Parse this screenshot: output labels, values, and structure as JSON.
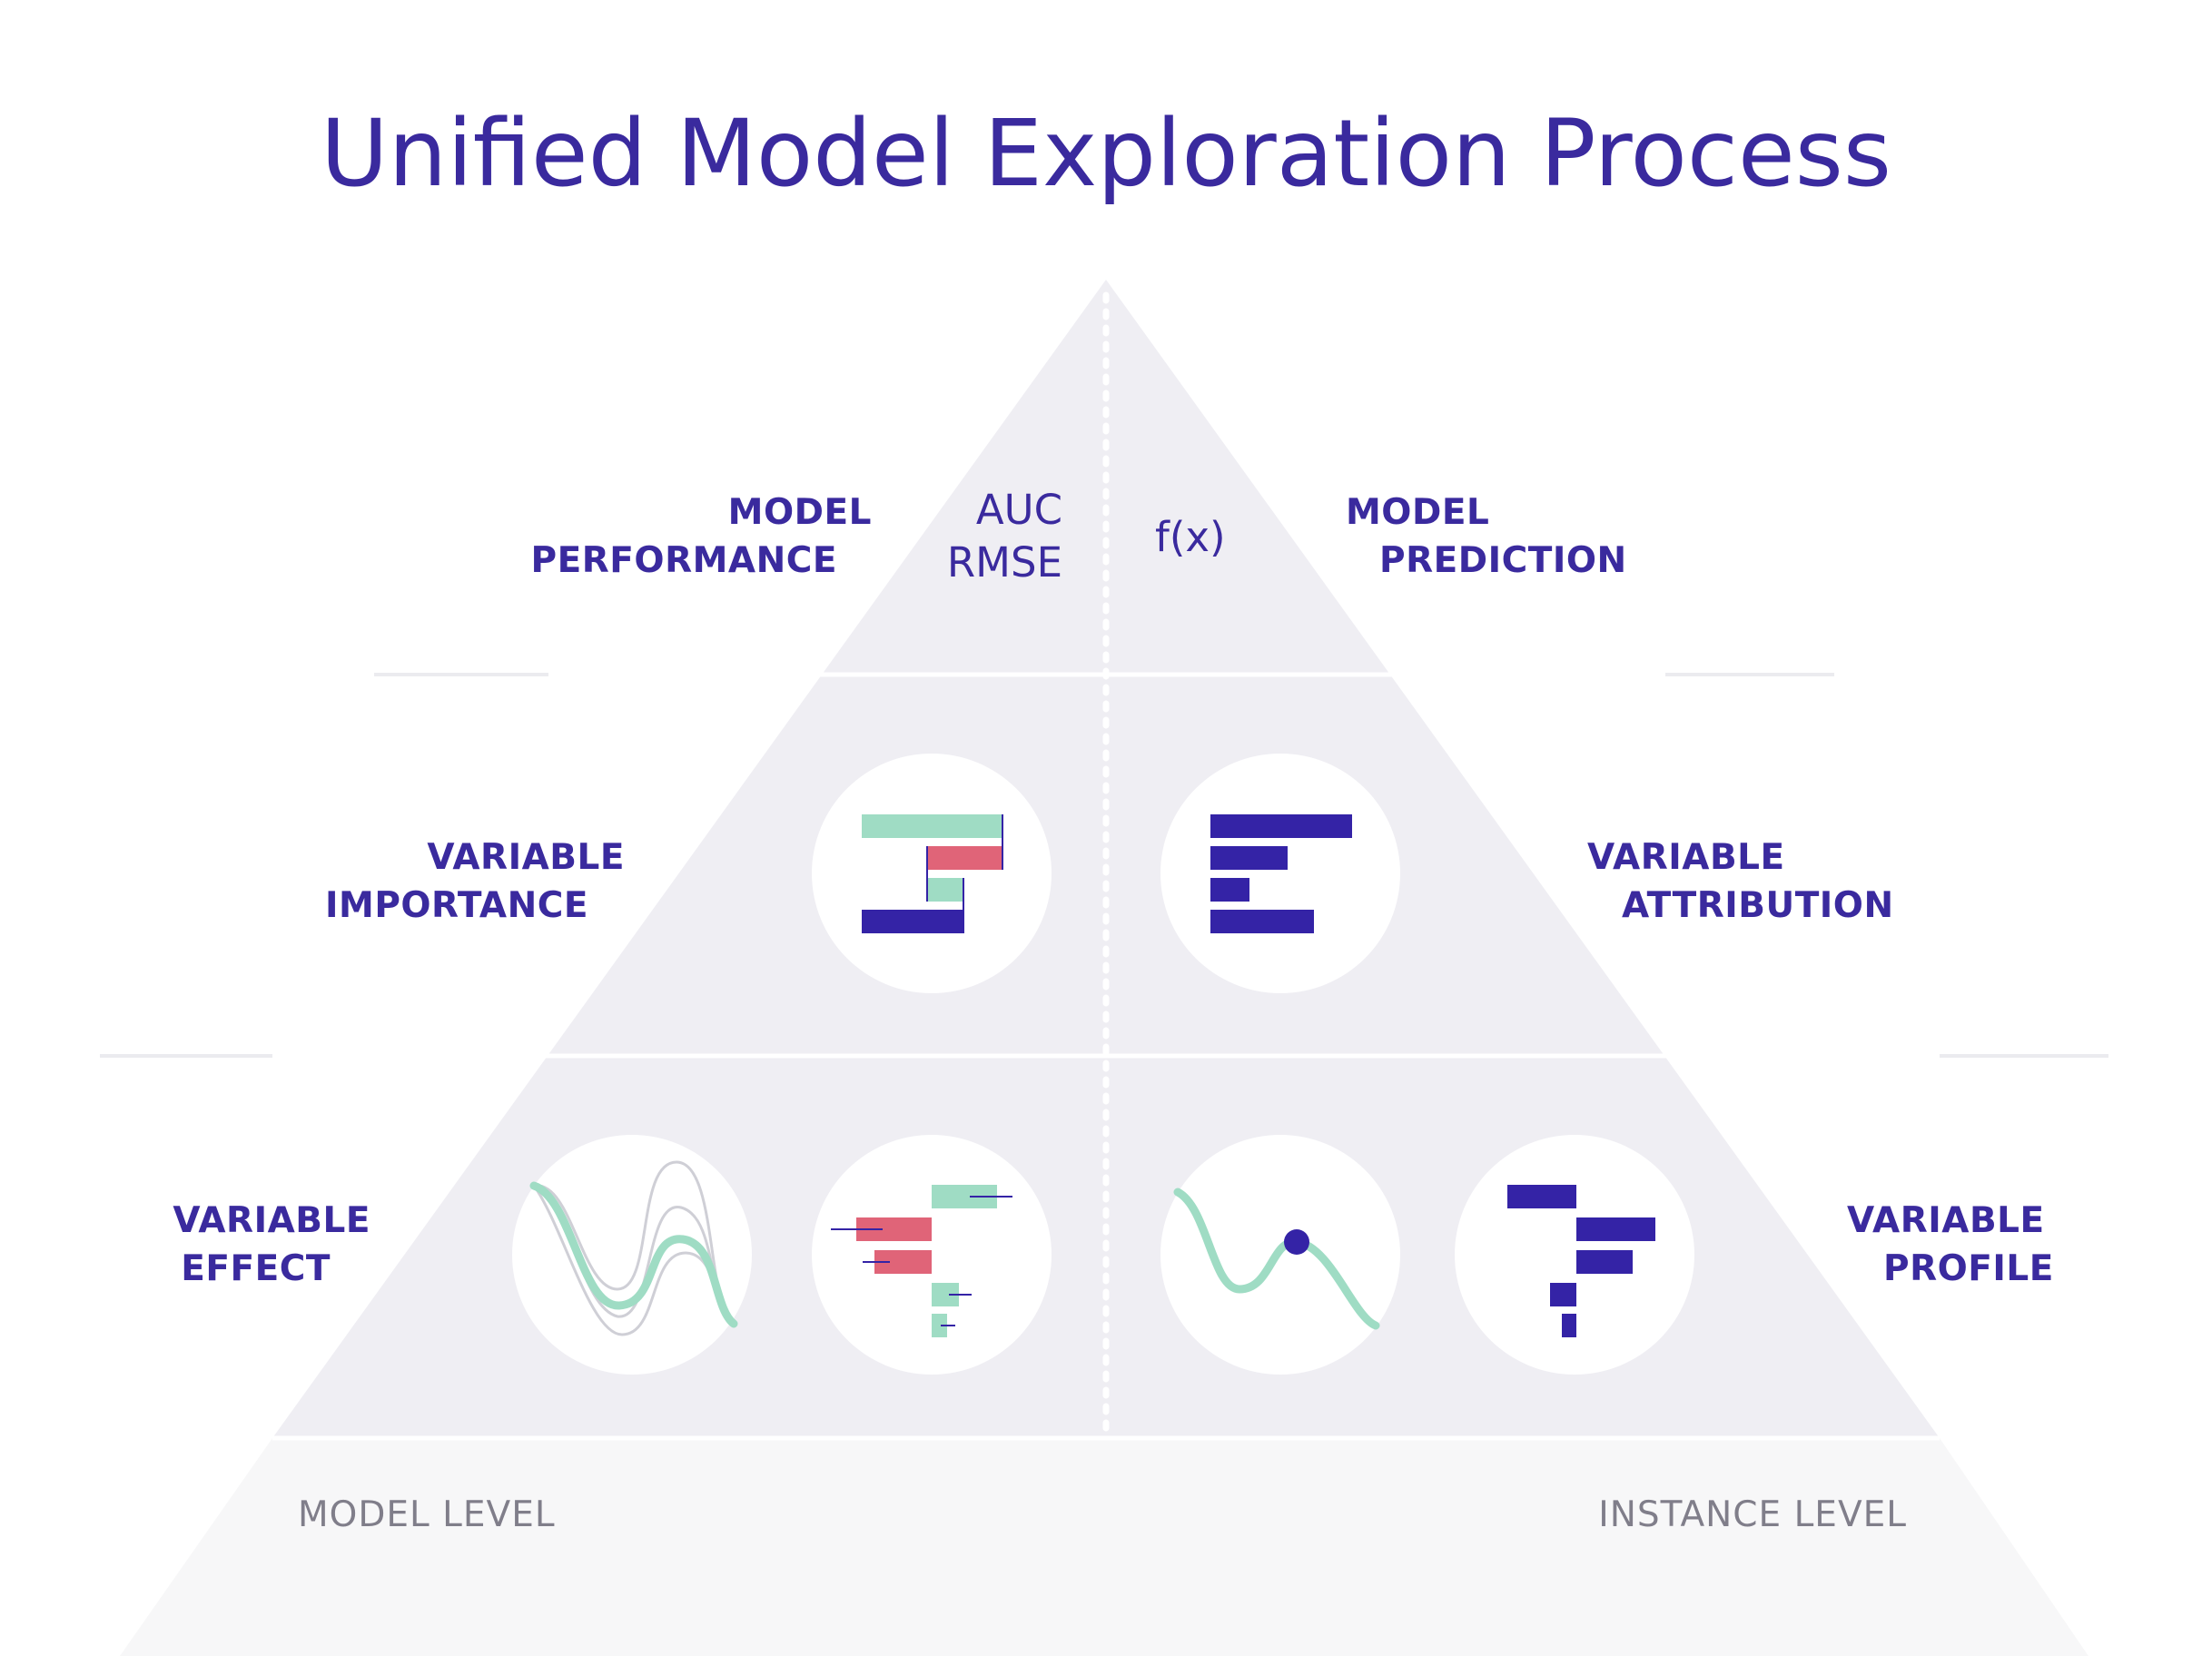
{
  "title": "Unified Model Exploration Process",
  "labels": {
    "model_performance": [
      "MODEL",
      "PERFORMANCE"
    ],
    "model_prediction": [
      "MODEL",
      "PREDICTION"
    ],
    "variable_importance": [
      "VARIABLE",
      "IMPORTANCE"
    ],
    "variable_attribution": [
      "VARIABLE",
      "ATTRIBUTION"
    ],
    "variable_effect": [
      "VARIABLE",
      "EFFECT"
    ],
    "variable_profile": [
      "VARIABLE",
      "PROFILE"
    ]
  },
  "metrics": [
    "AUC",
    "RMSE"
  ],
  "prediction_symbol": "f(x)",
  "levels": {
    "model": "MODEL LEVEL",
    "instance": "INSTANCE LEVEL"
  },
  "colors": {
    "title": "#3a2a9e",
    "accent_purple": "#3423a6",
    "accent_green": "#9fdcc4",
    "accent_red": "#e06478",
    "pyramid_fill": "#efeef3",
    "base_fill": "#f7f7f8",
    "level_text": "#807e8a"
  },
  "icons": {
    "importance": "variable-importance-icon",
    "attribution": "variable-attribution-icon",
    "effect": "partial-dependence-curves-icon",
    "breakdown": "breakdown-bars-icon",
    "profile": "ceteris-paribus-profile-icon",
    "profile_bars": "waterfall-bars-icon"
  }
}
